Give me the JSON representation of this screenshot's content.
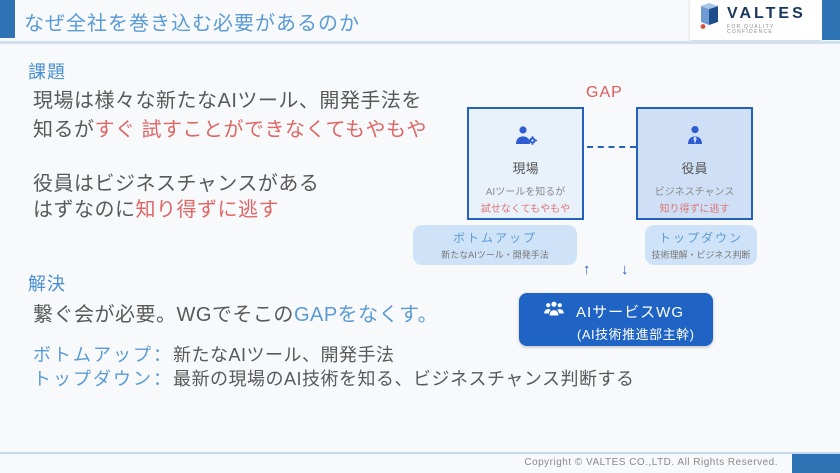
{
  "header": {
    "title": "なぜ全社を巻き込む必要があるのか",
    "logo": {
      "name": "VALTES",
      "tagline": "FOR QUALITY CONFIDENCE"
    }
  },
  "problem": {
    "heading": "課題",
    "line1": "現場は様々な新たなAIツール、開発手法を",
    "line2_prefix": "知るが",
    "line2_red": "すぐ 試すことができなくてもやもや",
    "line3": "役員はビジネスチャンスがある",
    "line4_prefix": "はずなのに",
    "line4_red": "知り得ずに逃す"
  },
  "solution": {
    "heading": "解決",
    "line1_prefix": "繋ぐ会が必要。WGでそこの",
    "line1_blue": "GAPをなくす。",
    "bottomup_label": "ボトムアップ：",
    "bottomup_text": "新たなAIツール、開発手法",
    "topdown_label": "トップダウン：",
    "topdown_text": "最新の現場のAI技術を知る、ビジネスチャンス判断する"
  },
  "diagram": {
    "gap_label": "GAP",
    "field_box": {
      "title": "現場",
      "sub1": "AIツールを知るが",
      "sub2": "試せなくてもやもや",
      "icon": "user-gear-icon"
    },
    "exec_box": {
      "title": "役員",
      "sub1": "ビジネスチャンス",
      "sub2": "知り得ずに逃す",
      "icon": "user-tie-icon"
    },
    "bottomup_tag": {
      "title": "ボトムアップ",
      "subtitle": "新たなAIツール・開発手法"
    },
    "topdown_tag": {
      "title": "トップダウン",
      "subtitle": "技術理解・ビジネス判断"
    },
    "arrow_up": "↑",
    "arrow_down": "↓",
    "wg_box": {
      "line1": "AIサービスWG",
      "line2": "(AI技術推進部主幹)",
      "icon": "users-icon"
    }
  },
  "footer": {
    "copyright": "Copyright © VALTES CO.,LTD. All Rights Reserved."
  },
  "colors": {
    "header_bar": "#2e74b5",
    "title_blue": "#5b9bd5",
    "heading_blue": "#4a8fd3",
    "body_gray": "#595959",
    "alert_red": "#e06666",
    "gap_red": "#e05a5a",
    "box_border_blue": "#2460c0",
    "field_box_bg": "#e9f1fb",
    "exec_box_bg": "#cfe0f6",
    "tag_box_bg": "#cfe3f8",
    "wg_box_bg": "#1f63c4",
    "underline_blue": "#cfe0f0",
    "logo_navy": "#17365d"
  }
}
